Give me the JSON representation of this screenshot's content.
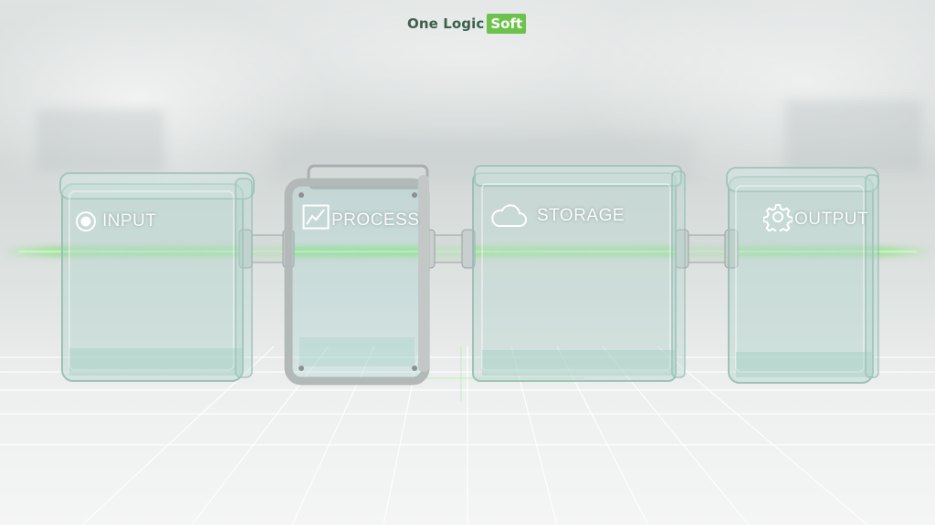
{
  "brand": {
    "name": "One Logic",
    "badge": "Soft",
    "badge_color": "#6cc24a",
    "text_color": "#3d5f4d"
  },
  "beam_color": "#8fe27a",
  "stages": [
    {
      "label": "INPUT",
      "icon": "record-icon"
    },
    {
      "label": "PROCESS",
      "icon": "line-chart-icon"
    },
    {
      "label": "STORAGE",
      "icon": "cloud-icon"
    },
    {
      "label": "OUTPUT",
      "icon": "gear-icon"
    }
  ]
}
